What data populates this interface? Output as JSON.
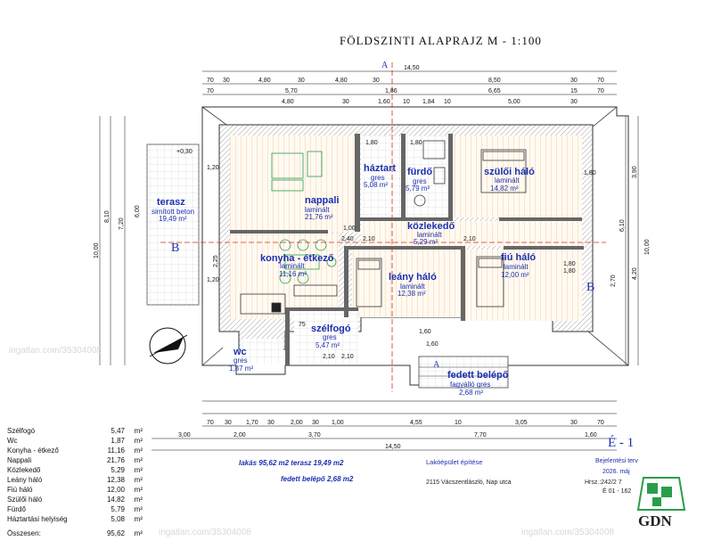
{
  "title": "FÖLDSZINTI ALAPRAJZ   M - 1:100",
  "rooms": {
    "nappali": {
      "name": "nappali",
      "floor": "laminált",
      "area": "21,76 m²"
    },
    "haztart": {
      "name": "háztart",
      "floor": "gres",
      "area": "5,08 m²"
    },
    "furdo": {
      "name": "fürdő",
      "floor": "gres",
      "area": "5,79 m²"
    },
    "szuloi": {
      "name": "szülői háló",
      "floor": "laminált",
      "area": "14,82 m²"
    },
    "terasz": {
      "name": "terasz",
      "floor": "simított beton",
      "area": "19,49 m²"
    },
    "kozl": {
      "name": "közlekedő",
      "floor": "laminált",
      "area": "5,29 m²"
    },
    "konyha": {
      "name": "konyha - étkező",
      "floor": "laminált",
      "area": "11,16 m²"
    },
    "fiu": {
      "name": "fiú háló",
      "floor": "laminált",
      "area": "12,00 m²"
    },
    "leany": {
      "name": "leány háló",
      "floor": "laminált",
      "area": "12,38 m²"
    },
    "szelfogo": {
      "name": "szélfogó",
      "floor": "gres",
      "area": "5,47 m²"
    },
    "wc": {
      "name": "wc",
      "floor": "gres",
      "area": "1,87 m²"
    },
    "fedett": {
      "name": "fedett belépő",
      "floor": "fagyálló gres",
      "area": "2,68 m²"
    }
  },
  "section_marks": {
    "left": "B",
    "right": "B",
    "top": "A",
    "bottom": "A"
  },
  "elevation_mark": "+0,30",
  "dims": {
    "top_outer": "14,50",
    "top_row1": [
      "70",
      "30",
      "4,80",
      "30",
      "4,80",
      "30",
      "8,50",
      "30",
      "70"
    ],
    "top_row2": [
      "70",
      "5,70",
      "1,86",
      "6,65",
      "15",
      "70"
    ],
    "top_row3": [
      "4,80",
      "30",
      "1,60",
      "10",
      "1,84",
      "10",
      "5,00",
      "30"
    ],
    "bottom_total": "14,50",
    "bottom_row1": [
      "3,00",
      "2,00",
      "3,70",
      "7,70",
      "1,60"
    ],
    "bottom_row2": [
      "70",
      "30",
      "1,70",
      "30",
      "2,00",
      "30",
      "1,00",
      "4,55",
      "10",
      "3,05",
      "30",
      "70"
    ],
    "left_total": "10,00",
    "left_8_10": "8,10",
    "left_6": "6,00",
    "left_7_20": "7,20",
    "right_total": "10,00",
    "right_3_90": "3,90",
    "right_4_20": "4,20",
    "right_6_10": "6,10",
    "misc": [
      "1,20",
      "2,25",
      "1,00",
      "2,40",
      "2,10",
      "2,10",
      "1,80",
      "1,20",
      "2,70",
      "1,80",
      "1,80",
      "1,80",
      "1,80",
      "2,10",
      "2,10",
      "75",
      "1,60",
      "1,60"
    ]
  },
  "areas": [
    {
      "name": "Szélfogó",
      "value": "5,47",
      "unit": "m²"
    },
    {
      "name": "Wc",
      "value": "1,87",
      "unit": "m²"
    },
    {
      "name": "Konyha - étkező",
      "value": "11,16",
      "unit": "m²"
    },
    {
      "name": "Nappali",
      "value": "21,76",
      "unit": "m²"
    },
    {
      "name": "Közlekedő",
      "value": "5,29",
      "unit": "m²"
    },
    {
      "name": "Leány háló",
      "value": "12,38",
      "unit": "m²"
    },
    {
      "name": "Fiú háló",
      "value": "12,00",
      "unit": "m²"
    },
    {
      "name": "Szülői háló",
      "value": "14,82",
      "unit": "m²"
    },
    {
      "name": "Fürdő",
      "value": "5,79",
      "unit": "m²"
    },
    {
      "name": "Háztartási helyiség",
      "value": "5,08",
      "unit": "m²"
    }
  ],
  "total": {
    "label": "Összesen:",
    "value": "95,62",
    "unit": "m²"
  },
  "summary": {
    "line1": "lakás  95,62 m2  terasz 19,49 m2",
    "line2": "fedett belépő 2,68 m2"
  },
  "project": {
    "kind": "Lakóépület építése",
    "address": "2115 Vácszentlászló, Nap utca",
    "plan": "Bejelentési terv",
    "date": "2026. máj",
    "hrsz": "Hrsz.:242/2  7",
    "sheet_code": "É - 1",
    "sheet_no": "É 01 - 162"
  },
  "logo_text": "GDN",
  "watermark": "ingatlan.com/35304008",
  "colors": {
    "label_blue": "#1b2fb0",
    "wall": "#555555",
    "floor_hatch": "#e8a060",
    "accent_red": "#d03020",
    "green": "#2a9d4a"
  }
}
